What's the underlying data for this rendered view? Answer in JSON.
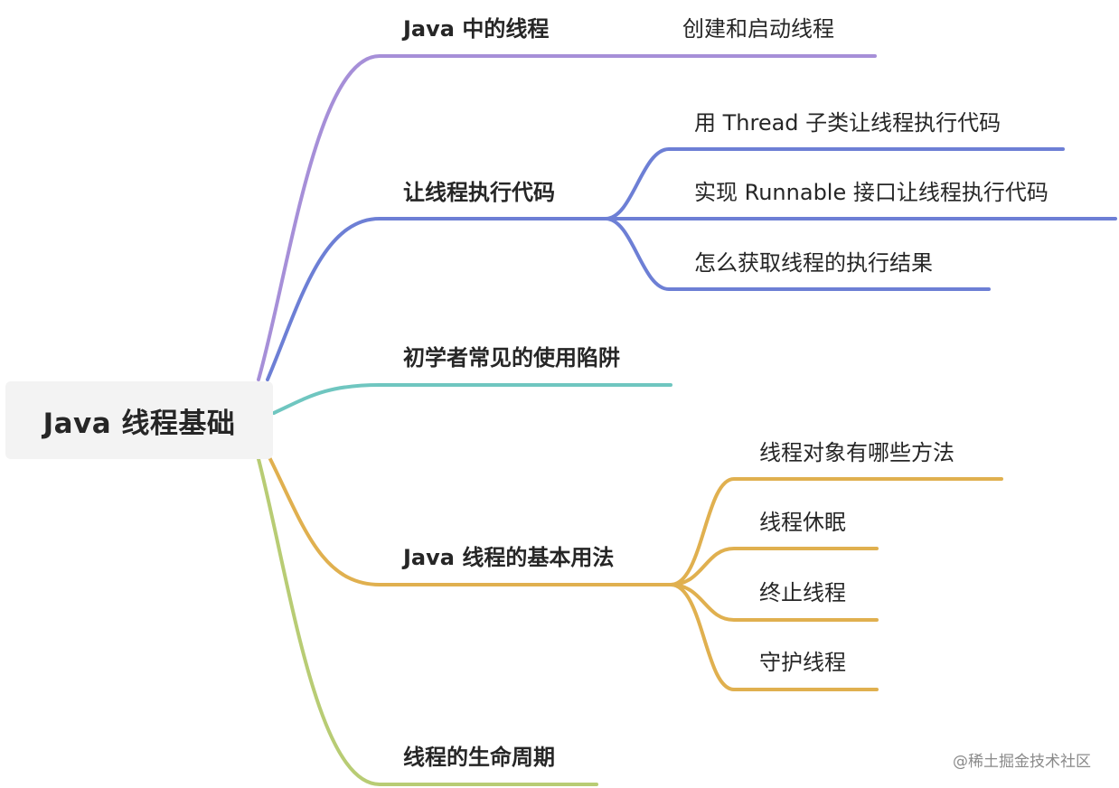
{
  "root": {
    "label": "Java 线程基础"
  },
  "branches": [
    {
      "label": "Java 中的线程",
      "color": "#a68fd8",
      "children": [
        "创建和启动线程"
      ]
    },
    {
      "label": "让线程执行代码",
      "color": "#6d7fd5",
      "children": [
        "用 Thread 子类让线程执行代码",
        "实现 Runnable 接口让线程执行代码",
        "怎么获取线程的执行结果"
      ]
    },
    {
      "label": "初学者常见的使用陷阱",
      "color": "#6fc6c0",
      "children": []
    },
    {
      "label": "Java 线程的基本用法",
      "color": "#e0b04f",
      "children": [
        "线程对象有哪些方法",
        "线程休眠",
        "终止线程",
        "守护线程"
      ]
    },
    {
      "label": "线程的生命周期",
      "color": "#b8cc74",
      "children": []
    }
  ],
  "watermark": "@稀土掘金技术社区"
}
